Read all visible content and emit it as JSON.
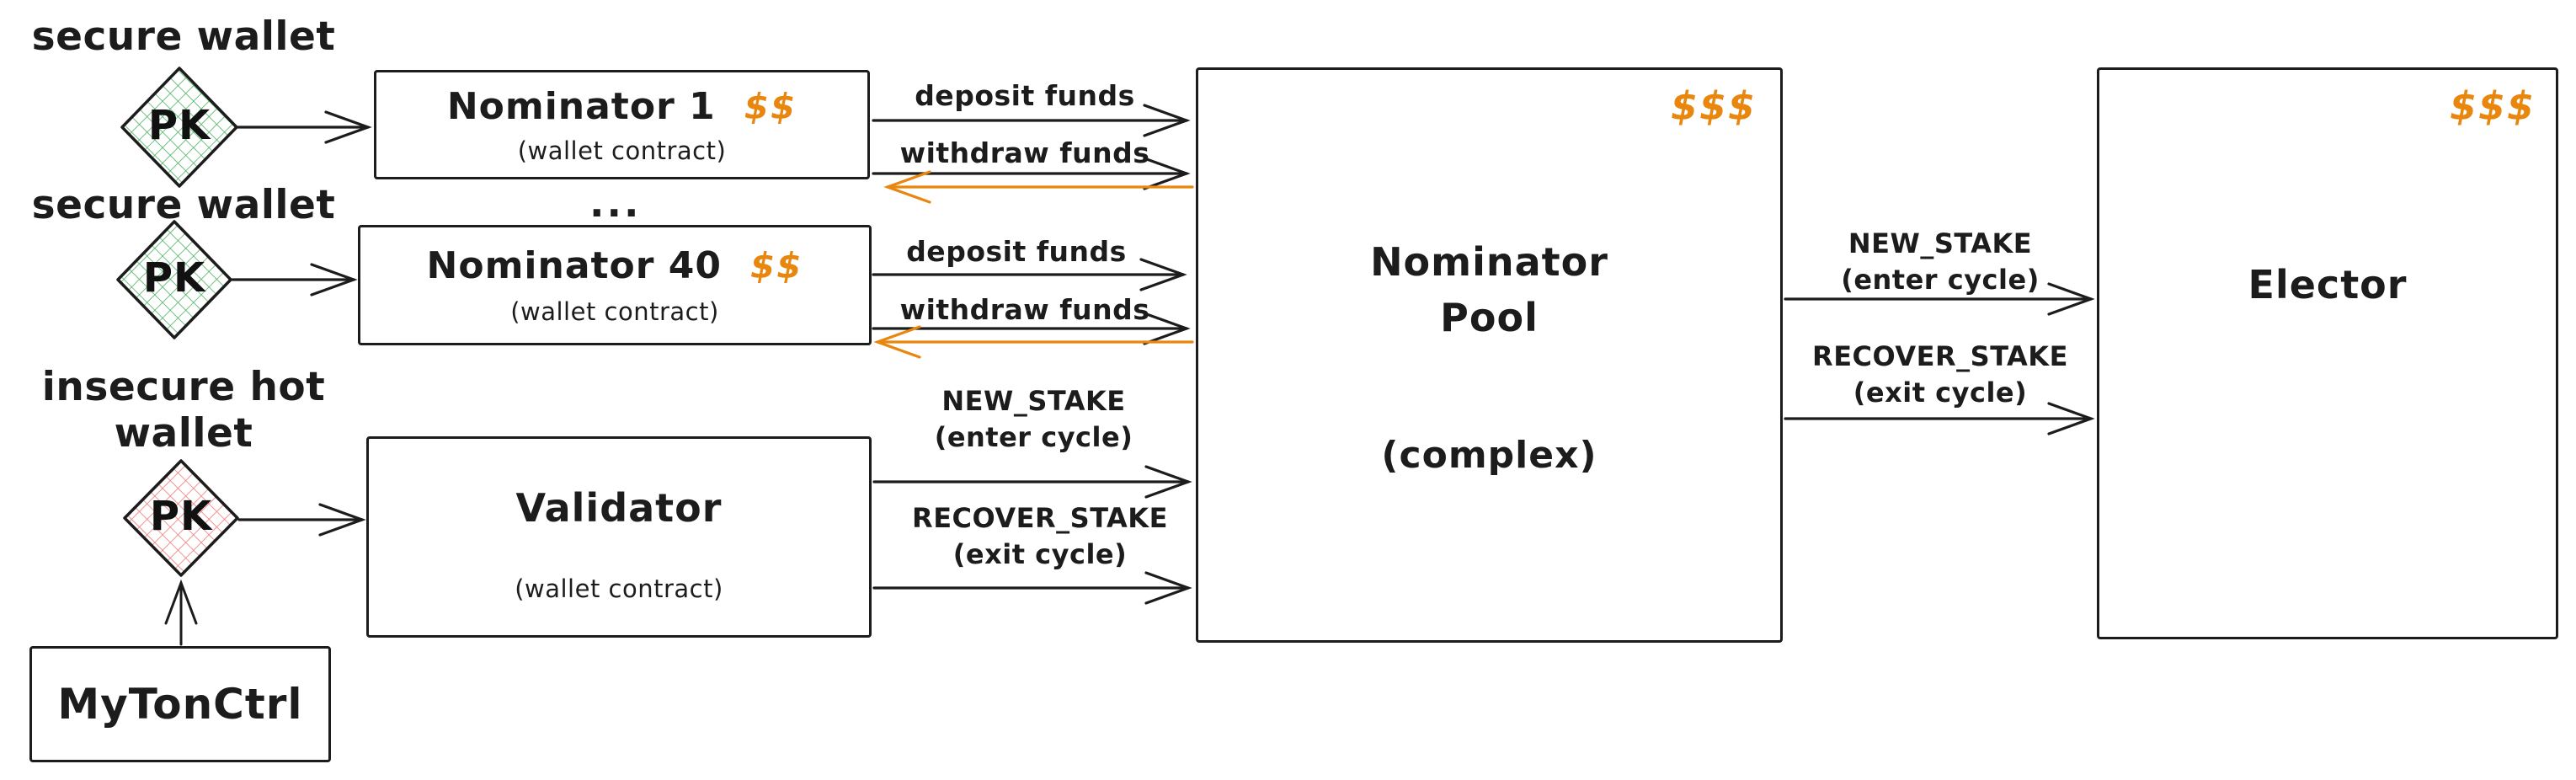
{
  "colors": {
    "ink": "#1c1c1c",
    "accent_orange": "#e8860d",
    "green_hatch": "#4db263",
    "red_hatch": "#ef7b7b"
  },
  "wallet_labels": {
    "secure_wallet_top": "secure wallet",
    "secure_wallet_mid": "secure wallet",
    "insecure_line1": "insecure hot",
    "insecure_line2": "wallet",
    "pk": "PK"
  },
  "ellipsis": "...",
  "boxes": {
    "nominator1": {
      "title": "Nominator 1",
      "money": "$$",
      "subtitle": "(wallet contract)"
    },
    "nominator40": {
      "title": "Nominator 40",
      "money": "$$",
      "subtitle": "(wallet contract)"
    },
    "validator": {
      "title": "Validator",
      "subtitle": "(wallet contract)"
    },
    "mytonctrl": {
      "title": "MyTonCtrl"
    },
    "pool": {
      "title_line1": "Nominator",
      "title_line2": "Pool",
      "subtitle": "(complex)",
      "money": "$$$"
    },
    "elector": {
      "title": "Elector",
      "money": "$$$"
    }
  },
  "arrow_labels": {
    "deposit1": "deposit funds",
    "withdraw1": "withdraw funds",
    "deposit2": "deposit funds",
    "withdraw2": "withdraw funds",
    "new_stake_mid_1": "NEW_STAKE",
    "new_stake_mid_2": "(enter cycle)",
    "recover_stake_mid_1": "RECOVER_STAKE",
    "recover_stake_mid_2": "(exit cycle)",
    "new_stake_right_1": "NEW_STAKE",
    "new_stake_right_2": "(enter cycle)",
    "recover_stake_right_1": "RECOVER_STAKE",
    "recover_stake_right_2": "(exit cycle)"
  }
}
